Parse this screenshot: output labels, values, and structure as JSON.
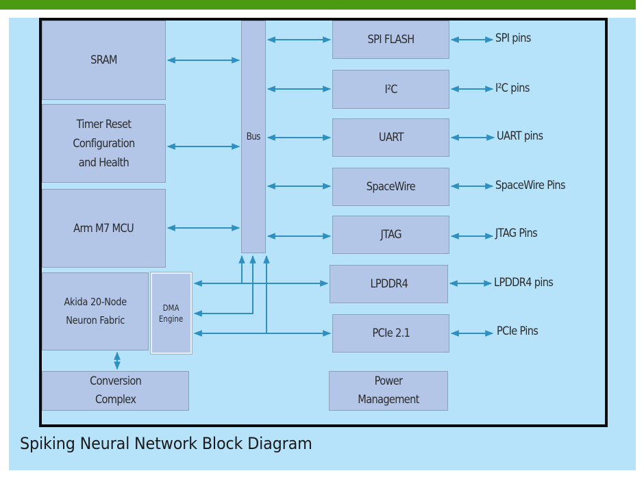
{
  "header": {
    "accent_color": "#4a9a12"
  },
  "diagram": {
    "background_color": "#b6e3fa",
    "block_fill_color": "#b4c6e7",
    "arrow_color": "#2e8fc0",
    "left_blocks": {
      "sram": "SRAM",
      "timer": "Timer Reset\nConfiguration\nand Health",
      "mcu": "Arm M7 MCU",
      "akida": "Akida 20-Node\nNeuron  Fabric",
      "dma": "DMA\nEngine",
      "conversion": "Conversion\nComplex"
    },
    "bus": "Bus",
    "right_blocks": {
      "spi": "SPI FLASH",
      "i2c": "I²C",
      "uart": "UART",
      "spacewire": "SpaceWire",
      "jtag": "JTAG",
      "lpddr4": "LPDDR4",
      "pcie": "PCIe 2.1",
      "power": "Power\nManagement"
    },
    "pins": {
      "spi": "SPI pins",
      "i2c": "I²C pins",
      "uart": "UART pins",
      "spacewire": "SpaceWire Pins",
      "jtag": "JTAG Pins",
      "lpddr4": "LPDDR4 pins",
      "pcie": "PCIe Pins"
    }
  },
  "caption": "Spiking Neural Network Block Diagram"
}
